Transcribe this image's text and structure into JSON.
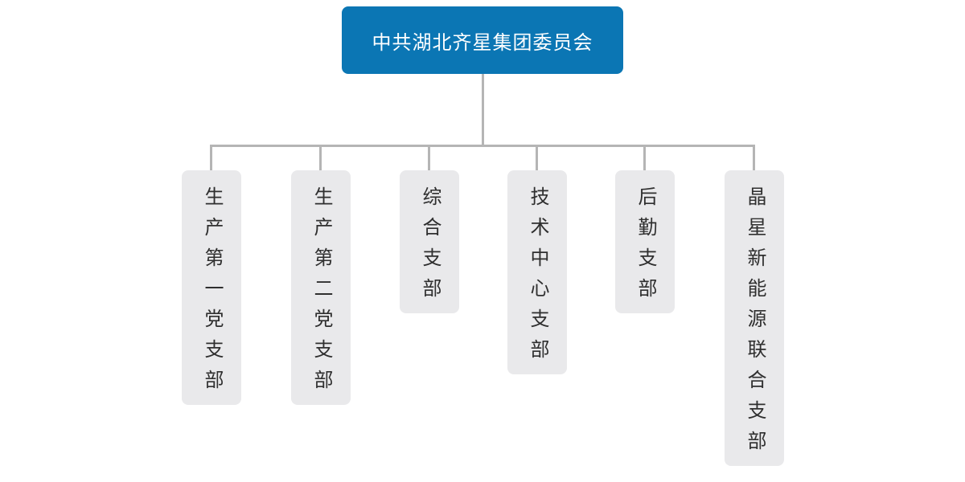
{
  "org": {
    "root": {
      "label": "中共湖北齐星集团委员会"
    },
    "children": [
      {
        "label": "生产第一党支部"
      },
      {
        "label": "生产第二党支部"
      },
      {
        "label": "综合支部"
      },
      {
        "label": "技术中心支部"
      },
      {
        "label": "后勤支部"
      },
      {
        "label": "晶星新能源联合支部"
      }
    ]
  },
  "colors": {
    "root_background": "#0b76b4",
    "root_text": "#ffffff",
    "child_background": "#e9e9eb",
    "child_text": "#2f2f2f",
    "connector_line": "#b5b5b5"
  }
}
